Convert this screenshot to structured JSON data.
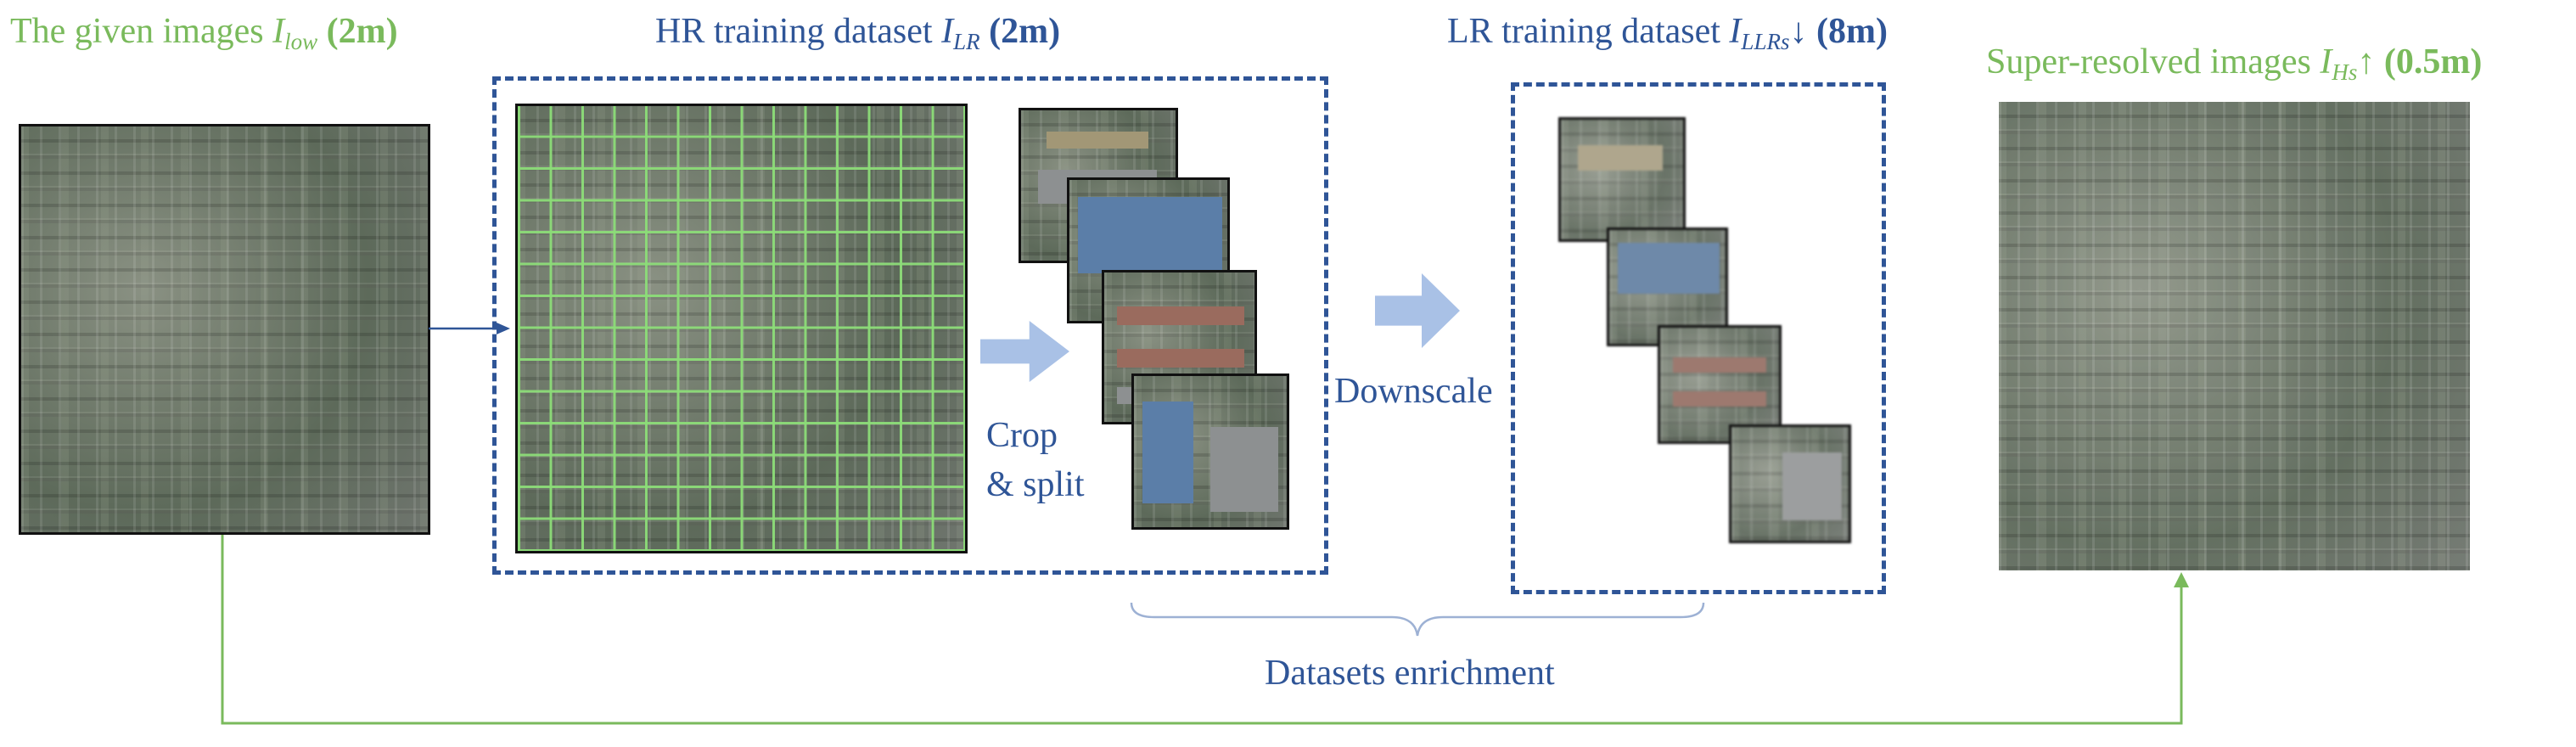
{
  "labels": {
    "given": {
      "prefix": "The given images ",
      "var": "I",
      "sub": "low",
      "res": "(2m)"
    },
    "hr": {
      "prefix": "HR training dataset ",
      "var": "I",
      "sub": "LR",
      "res": "(2m)"
    },
    "lr": {
      "prefix": "LR training dataset ",
      "var": "I",
      "sub": "LLRs",
      "arrow": "↓",
      "res": "(8m)"
    },
    "sr": {
      "prefix": "Super-resolved images ",
      "var": "I",
      "sub": "Hs",
      "arrow": "↑",
      "res": "(0.5m)"
    }
  },
  "steps": {
    "crop_line1": "Crop",
    "crop_line2": "& split",
    "downscale": "Downscale",
    "enrichment": "Datasets enrichment"
  },
  "colors": {
    "green": "#7aba5c",
    "blue": "#2f5597",
    "arrow_fill": "#a9c1e6",
    "grid_line": "#8cdc78"
  }
}
